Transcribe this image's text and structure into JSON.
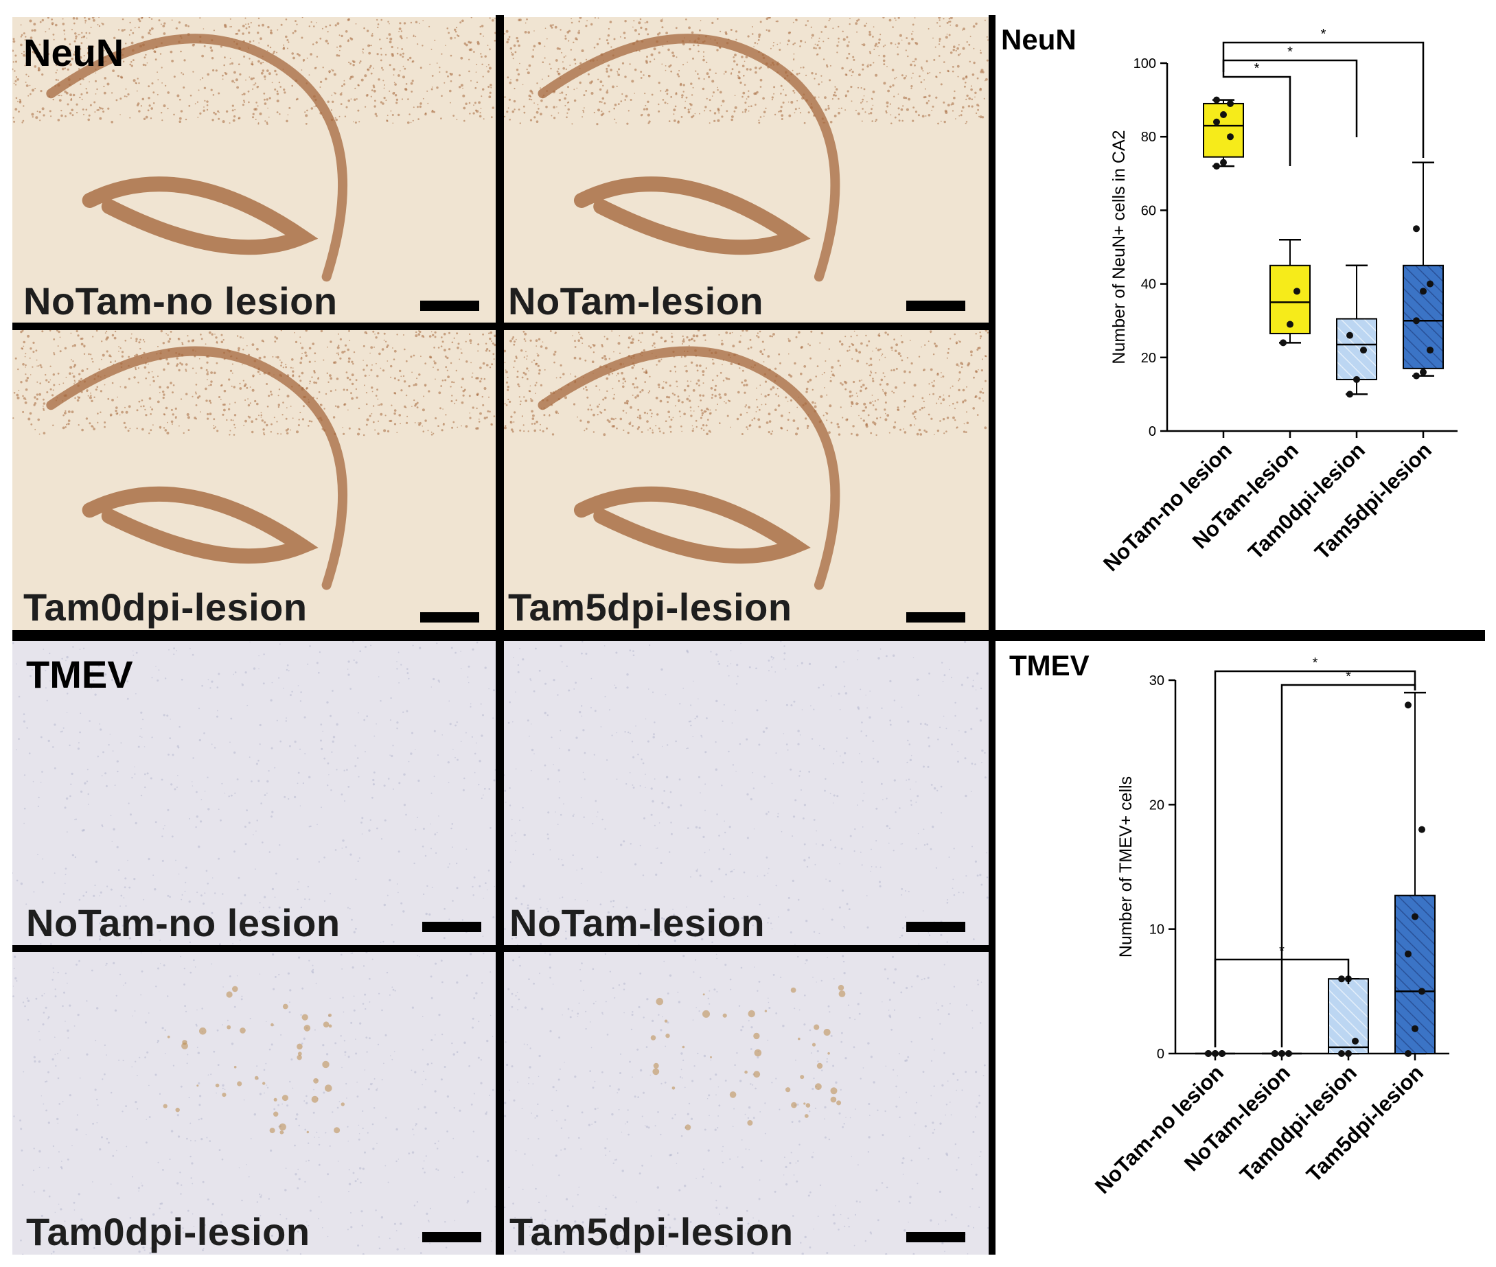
{
  "figure": {
    "neun_label": "NeuN",
    "tmev_label": "TMEV",
    "neun_chart_label": "NeuN",
    "tmev_chart_label": "TMEV"
  },
  "panels": [
    {
      "id": "neun-1",
      "label": "NoTam-no lesion",
      "stain": "neun"
    },
    {
      "id": "neun-2",
      "label": "NoTam-lesion",
      "stain": "neun"
    },
    {
      "id": "neun-3",
      "label": "Tam0dpi-lesion",
      "stain": "neun"
    },
    {
      "id": "neun-4",
      "label": "Tam5dpi-lesion",
      "stain": "neun"
    },
    {
      "id": "tmev-1",
      "label": "NoTam-no lesion",
      "stain": "tmev"
    },
    {
      "id": "tmev-2",
      "label": "NoTam-lesion",
      "stain": "tmev"
    },
    {
      "id": "tmev-3",
      "label": "Tam0dpi-lesion",
      "stain": "tmev"
    },
    {
      "id": "tmev-4",
      "label": "Tam5dpi-lesion",
      "stain": "tmev"
    }
  ],
  "colors": {
    "neun_bg": "#f0e4d2",
    "neun_stain": "#a5683d",
    "tmev_bg": "#e6e4ec",
    "tmev_stain": "#b98a4c",
    "group_yellow": "#f6eb1a",
    "group_light_blue": "#bcd6f2",
    "group_blue": "#3b74c6"
  },
  "chart_data": [
    {
      "type": "box",
      "ylabel": "Number of NeuN+ cells in CA2",
      "ylim": [
        0,
        100
      ],
      "yticks": [
        0,
        20,
        40,
        60,
        80,
        100
      ],
      "categories": [
        "NoTam-no lesion",
        "NoTam-lesion",
        "Tam0dpi-lesion",
        "Tam5dpi-lesion"
      ],
      "boxes": [
        {
          "min": 72,
          "q1": 74.5,
          "median": 83,
          "q3": 89,
          "max": 90,
          "points": [
            72,
            73,
            80,
            84,
            86,
            89,
            90
          ]
        },
        {
          "min": 24,
          "q1": 26.5,
          "median": 35,
          "q3": 45,
          "max": 52,
          "points": [
            24,
            29,
            38
          ]
        },
        {
          "min": 10,
          "q1": 14,
          "median": 23.5,
          "q3": 30.5,
          "max": 45,
          "points": [
            10,
            14,
            22,
            26
          ]
        },
        {
          "min": 15,
          "q1": 17,
          "median": 30,
          "q3": 45,
          "max": 73,
          "points": [
            15,
            16,
            22,
            30,
            38,
            40,
            55
          ]
        }
      ],
      "significance": [
        {
          "from": 0,
          "to": 1,
          "label": "*"
        },
        {
          "from": 0,
          "to": 2,
          "label": "*"
        },
        {
          "from": 0,
          "to": 3,
          "label": "*"
        }
      ]
    },
    {
      "type": "box",
      "ylabel": "Number of TMEV+ cells",
      "ylim": [
        0,
        30
      ],
      "yticks": [
        0,
        10,
        20,
        30
      ],
      "categories": [
        "NoTam-no lesion",
        "NoTam-lesion",
        "Tam0dpi-lesion",
        "Tam5dpi-lesion"
      ],
      "boxes": [
        {
          "min": 0,
          "q1": 0,
          "median": 0,
          "q3": 0,
          "max": 0,
          "points": [
            0,
            0,
            0,
            0,
            0,
            0
          ]
        },
        {
          "min": 0,
          "q1": 0,
          "median": 0,
          "q3": 0,
          "max": 0,
          "points": [
            0,
            0,
            0,
            0,
            0
          ]
        },
        {
          "min": 0,
          "q1": 0,
          "median": 0.5,
          "q3": 6,
          "max": 6,
          "points": [
            0,
            0,
            1,
            6,
            6
          ]
        },
        {
          "min": 0,
          "q1": 0,
          "median": 5,
          "q3": 12.7,
          "max": 29,
          "points": [
            0,
            2,
            5,
            8,
            11,
            18,
            28
          ]
        }
      ],
      "significance": [
        {
          "from": 0,
          "to": 3,
          "label": "*"
        },
        {
          "from": 1,
          "to": 3,
          "label": "*"
        },
        {
          "from": 0,
          "to": 2,
          "label": "*"
        }
      ]
    }
  ]
}
